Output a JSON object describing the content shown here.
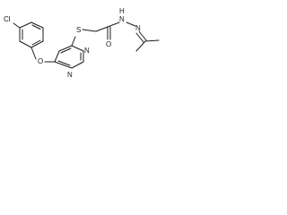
{
  "molecule": {
    "atoms": {
      "chlorine": "Cl",
      "ether_oxygen": "O",
      "pyrimidine_n1": "N",
      "pyrimidine_n3": "N",
      "sulfur": "S",
      "carbonyl_oxygen": "O",
      "amide_nh": "N",
      "amide_h": "H",
      "hydrazone_n": "N"
    },
    "colors": {
      "bond": "#1a1a1a",
      "label": "#1a1a1a",
      "background": "#ffffff"
    }
  }
}
